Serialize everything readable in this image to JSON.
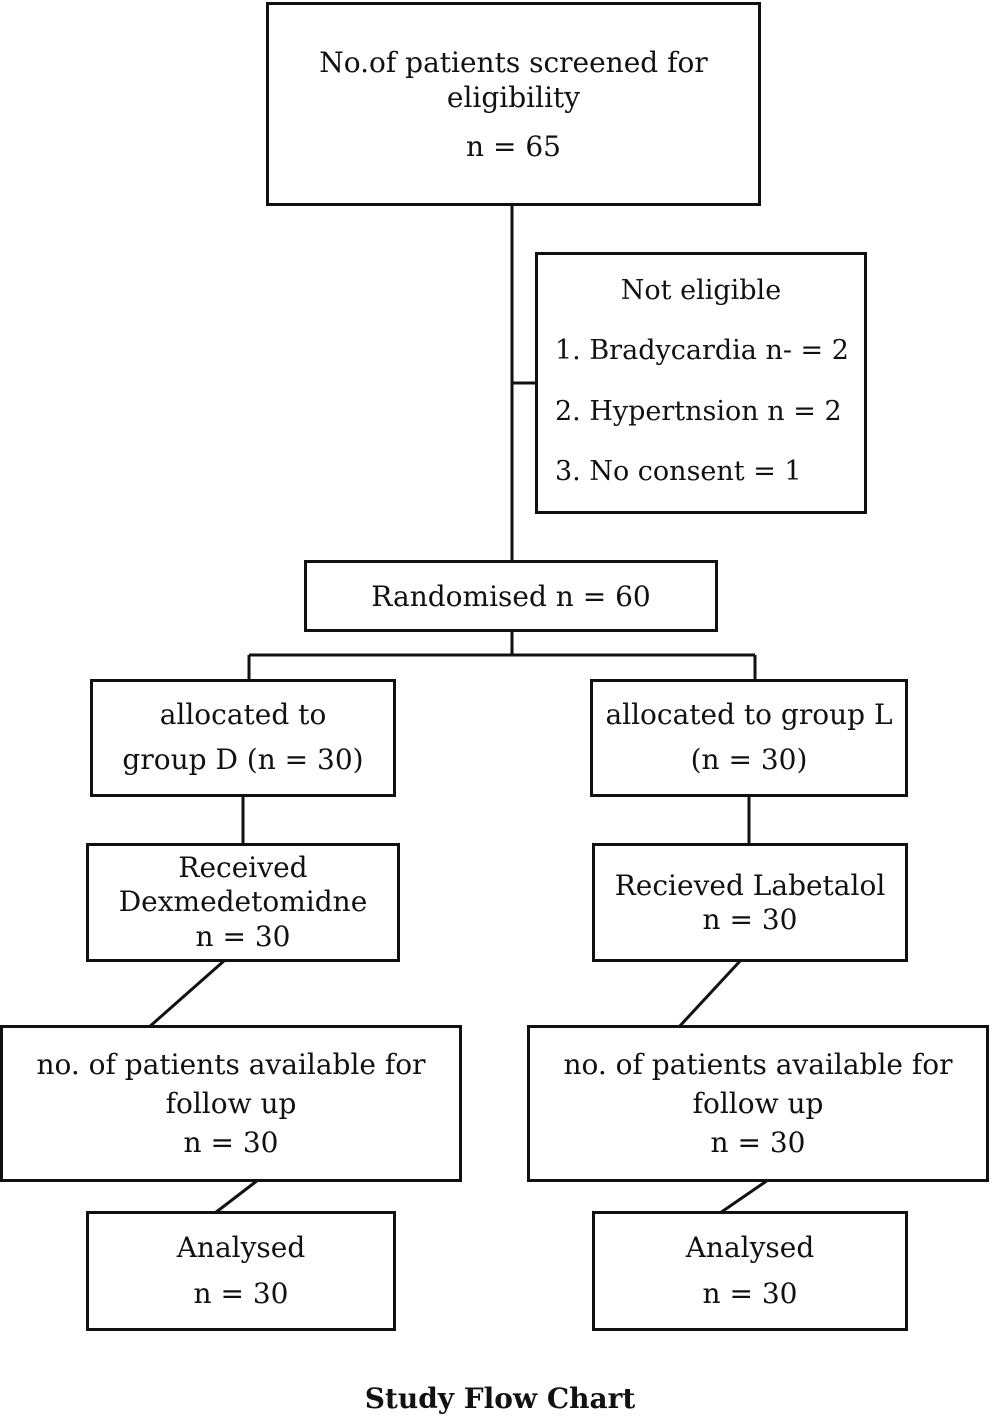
{
  "screening": {
    "line1": "No.of patients screened for",
    "line2": "eligibility",
    "count": "n = 65"
  },
  "excluded": {
    "title": "Not eligible",
    "items": [
      "1. Bradycardia n- = 2",
      "2. Hypertnsion n = 2",
      "3. No consent = 1"
    ]
  },
  "randomised": {
    "label": "Randomised n = 60"
  },
  "group_d": {
    "allocated": {
      "line1": "allocated to",
      "line2": "group D (n = 30)"
    },
    "received": {
      "line1": "Received",
      "line2": "Dexmedetomidne",
      "count": "n = 30"
    },
    "followup": {
      "line1": "no. of patients available for",
      "line2": "follow up",
      "count": "n = 30"
    },
    "analysed": {
      "label": "Analysed",
      "count": "n = 30"
    }
  },
  "group_l": {
    "allocated": {
      "line1": "allocated to group L",
      "line2": "(n = 30)"
    },
    "received": {
      "line1": "Recieved Labetalol",
      "count": "n = 30"
    },
    "followup": {
      "line1": "no. of patients available for",
      "line2": "follow up",
      "count": "n = 30"
    },
    "analysed": {
      "label": "Analysed",
      "count": "n = 30"
    }
  },
  "caption": "Study Flow Chart"
}
